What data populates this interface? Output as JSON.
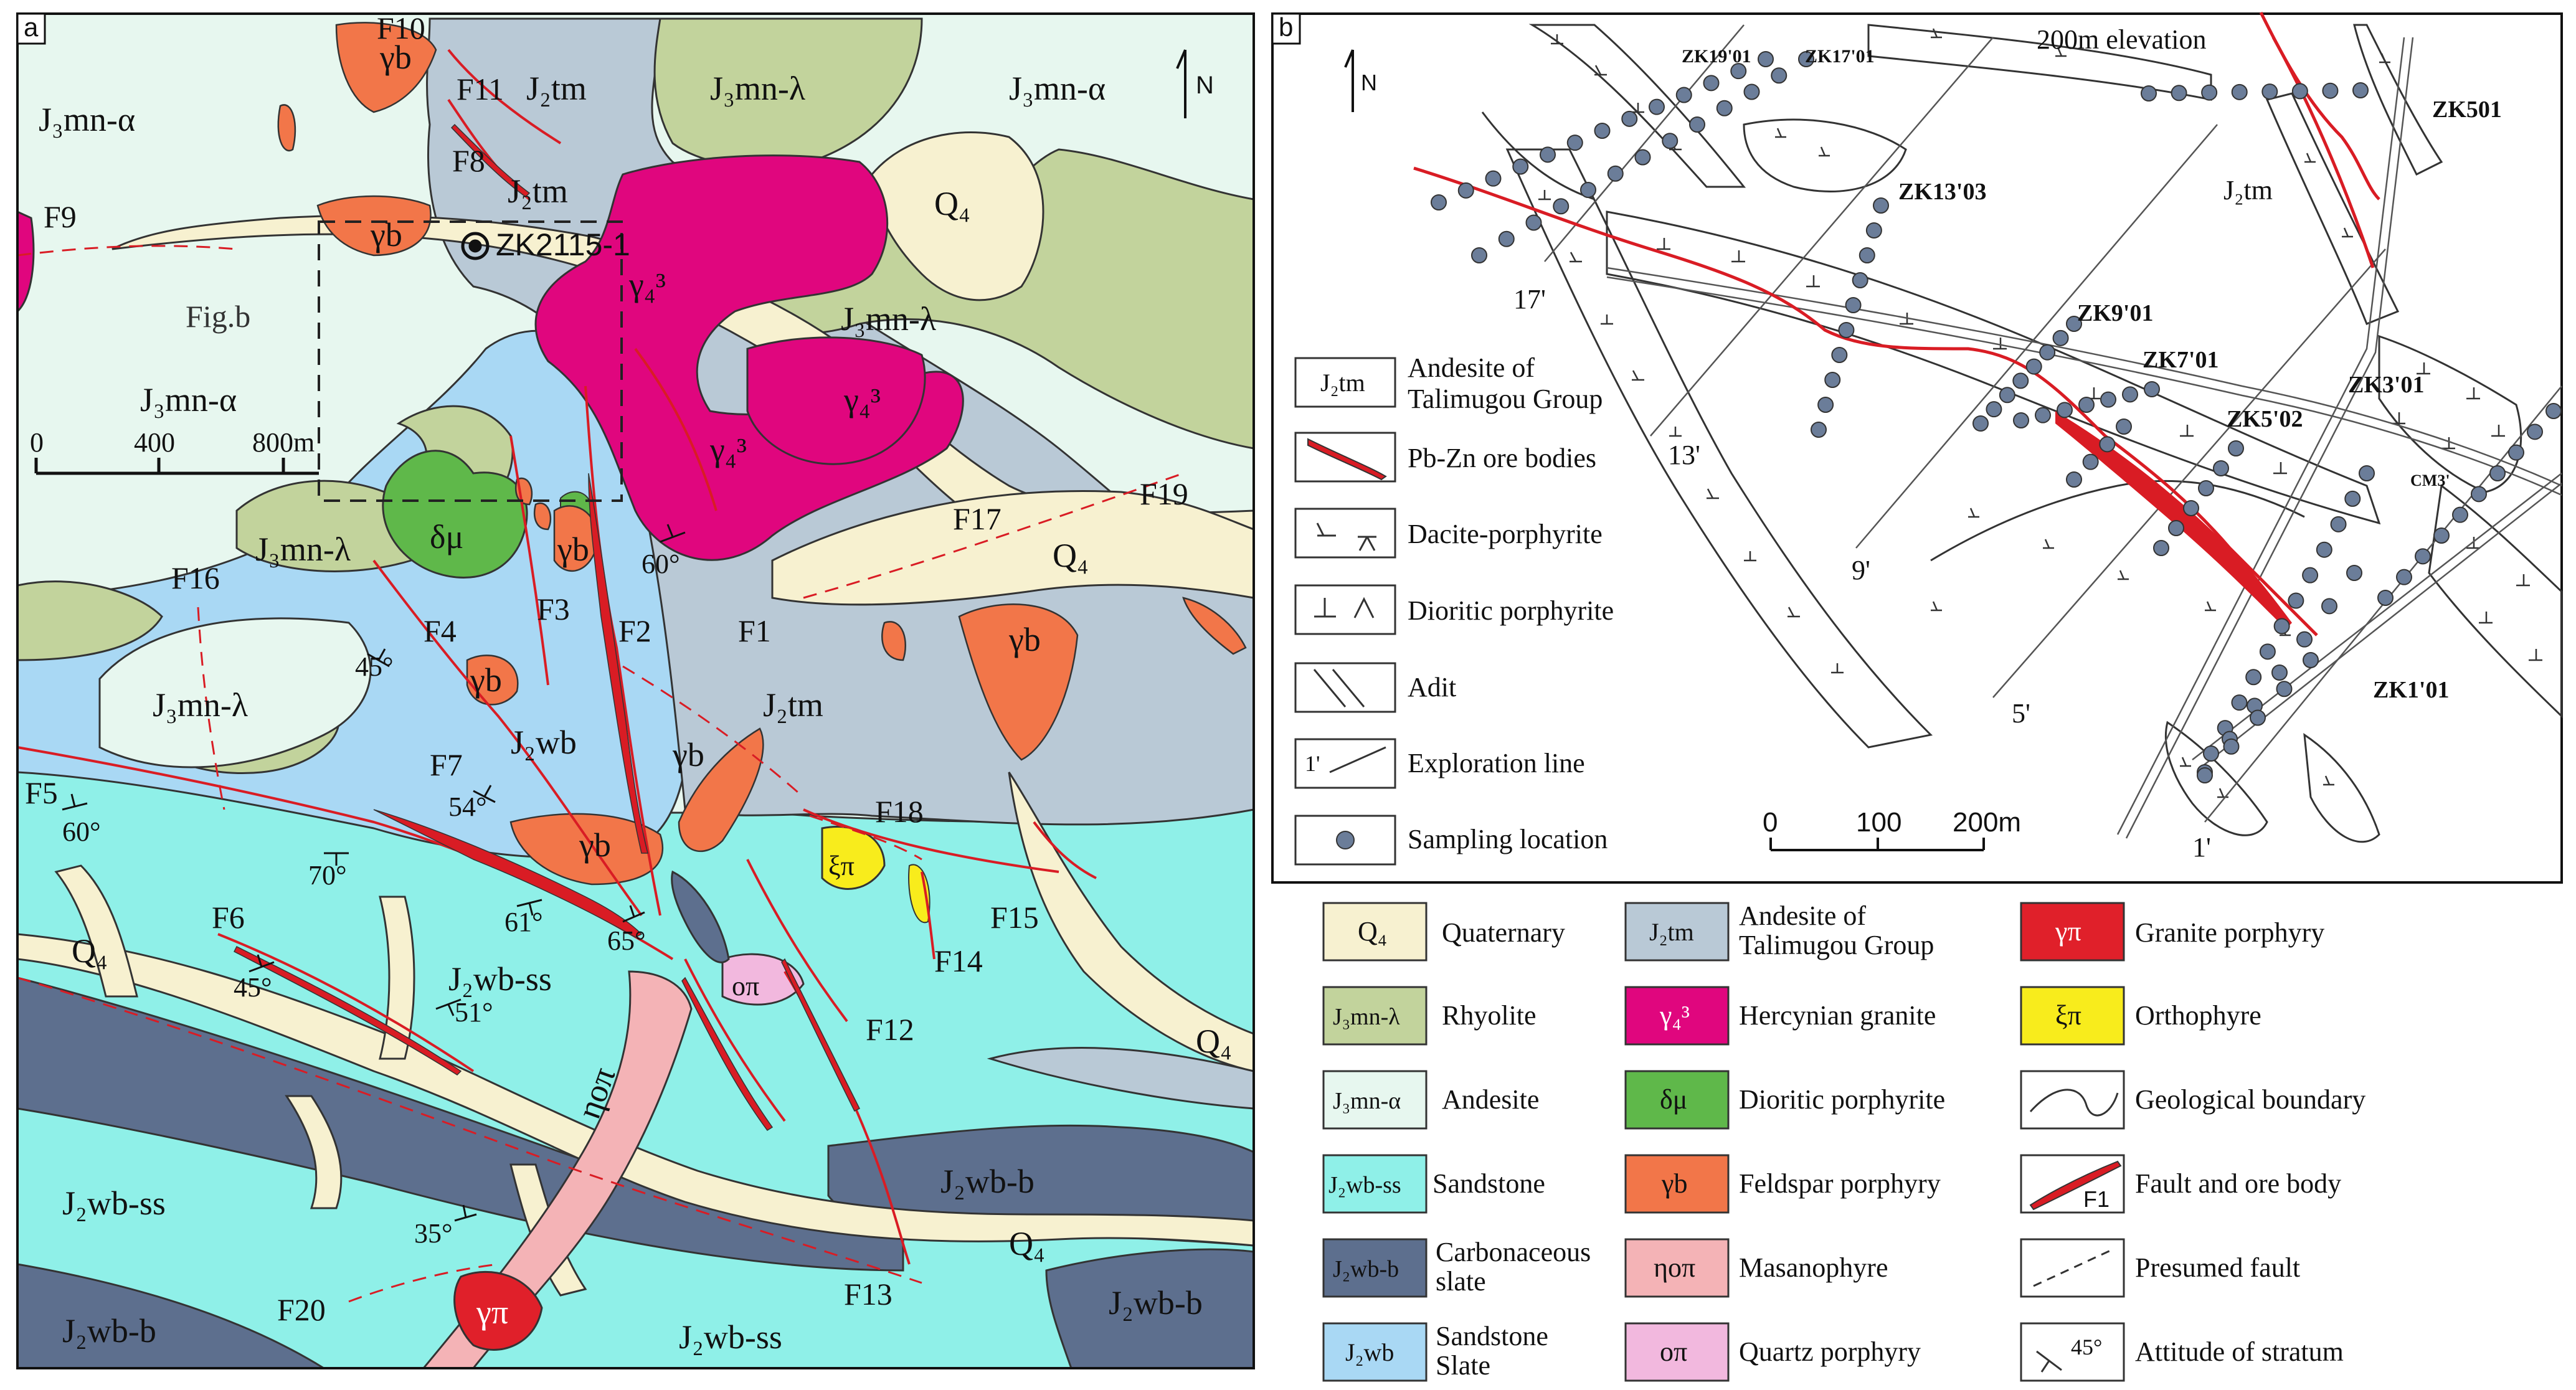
{
  "panel_a": {
    "label": "a",
    "north": "N",
    "fig_b_label": "Fig.b",
    "drill_label": "ZK2115-1",
    "scale": {
      "t0": "0",
      "t1": "400",
      "t2": "800m"
    },
    "units": {
      "j3mn_alpha": "J₃mn-α",
      "j3mn_lambda": "J₃mn-λ",
      "j2tm": "J₂tm",
      "j2wb": "J₂wb",
      "j2wb_ss": "J₂wb-ss",
      "j2wb_b": "J₂wb-b",
      "q4": "Q₄",
      "gamma_b": "γb",
      "gamma4_3": "γ₄³",
      "delta_mu": "δμ",
      "eta_o_pi": "ηoπ",
      "o_pi": "oπ",
      "xi_pi": "ξπ",
      "gamma_pi": "γπ"
    },
    "faults": {
      "f1": "F1",
      "f2": "F2",
      "f3": "F3",
      "f4": "F4",
      "f5": "F5",
      "f6": "F6",
      "f7": "F7",
      "f8": "F8",
      "f9": "F9",
      "f10": "F10",
      "f11": "F11",
      "f12": "F12",
      "f13": "F13",
      "f14": "F14",
      "f15": "F15",
      "f16": "F16",
      "f17": "F17",
      "f18": "F18",
      "f19": "F19",
      "f20": "F20"
    },
    "dips": {
      "d60a": "60°",
      "d60b": "60°",
      "d45a": "45°",
      "d45b": "45°",
      "d54": "54°",
      "d70": "70°",
      "d61": "61°",
      "d65": "65°",
      "d51": "51°",
      "d35": "35°"
    }
  },
  "panel_b": {
    "label": "b",
    "north": "N",
    "elevation": "200m elevation",
    "unit_j2tm": "J₂tm",
    "drills": {
      "zk19": "ZK19'01",
      "zk17": "ZK17'01",
      "zk501": "ZK501",
      "zk13": "ZK13'03",
      "zk9": "ZK9'01",
      "zk7": "ZK7'01",
      "zk5": "ZK5'02",
      "zk3": "ZK3'01",
      "cm3": "CM3'",
      "zk1": "ZK1'01"
    },
    "lines": {
      "l17": "17'",
      "l13": "13'",
      "l9": "9'",
      "l5": "5'",
      "l1": "1'"
    },
    "scale": {
      "t0": "0",
      "t1": "100",
      "t2": "200m"
    },
    "legend": {
      "j2tm_sym": "J₂tm",
      "j2tm_text1": "Andesite of",
      "j2tm_text2": "Talimugou Group",
      "ore": "Pb-Zn ore bodies",
      "dacite": "Dacite-porphyrite",
      "dioritic": "Dioritic porphyrite",
      "adit": "Adit",
      "exploration": "Exploration line",
      "exploration_sym": "1'",
      "sampling": "Sampling location"
    }
  },
  "legend": {
    "q4": {
      "sym": "Q₄",
      "label": "Quaternary"
    },
    "j3mn_l": {
      "sym": "J₃mn-λ",
      "label": "Rhyolite"
    },
    "j3mn_a": {
      "sym": "J₃mn-α",
      "label": "Andesite"
    },
    "j2wb_ss": {
      "sym": "J₂wb-ss",
      "label": "Sandstone"
    },
    "j2wb_b": {
      "sym": "J₂wb-b",
      "label1": "Carbonaceous",
      "label2": "slate"
    },
    "j2wb": {
      "sym": "J₂wb",
      "label1": "Sandstone",
      "label2": "Slate"
    },
    "j2tm": {
      "sym": "J₂tm",
      "label1": "Andesite of",
      "label2": "Talimugou Group"
    },
    "herc": {
      "sym": "γ₄³",
      "label": "Hercynian granite"
    },
    "dm": {
      "sym": "δμ",
      "label": "Dioritic porphyrite"
    },
    "gb": {
      "sym": "γb",
      "label": "Feldspar porphyry"
    },
    "nop": {
      "sym": "ηoπ",
      "label": "Masanophyre"
    },
    "op": {
      "sym": "oπ",
      "label": "Quartz porphyry"
    },
    "gp": {
      "sym": "γπ",
      "label": "Granite porphyry"
    },
    "xp": {
      "sym": "ξπ",
      "label": "Orthophyre"
    },
    "boundary": {
      "label": "Geological boundary"
    },
    "fault_ore": {
      "sym": "F1",
      "label": "Fault and ore body"
    },
    "presumed": {
      "label": "Presumed fault"
    },
    "attitude": {
      "sym": "45°",
      "label": "Attitude of stratum"
    }
  },
  "colors": {
    "q4": "#f7f1d0",
    "j3mn_lambda": "#c2d39c",
    "j3mn_alpha": "#e7f7ef",
    "j2tm": "#b9c9d6",
    "j2wb_ss": "#8ff0e8",
    "j2wb_b": "#5d6f8e",
    "j2wb": "#a9d8f4",
    "herc": "#e0067e",
    "dioritic": "#5fb84a",
    "feldspar": "#f27649",
    "masanophyre": "#f4b3b6",
    "quartz_porphyry": "#f2b8de",
    "granite_porphyry": "#e0202a",
    "orthophyre": "#f8ec1c",
    "fault": "#d91c24",
    "sample": "#6b7d99"
  }
}
